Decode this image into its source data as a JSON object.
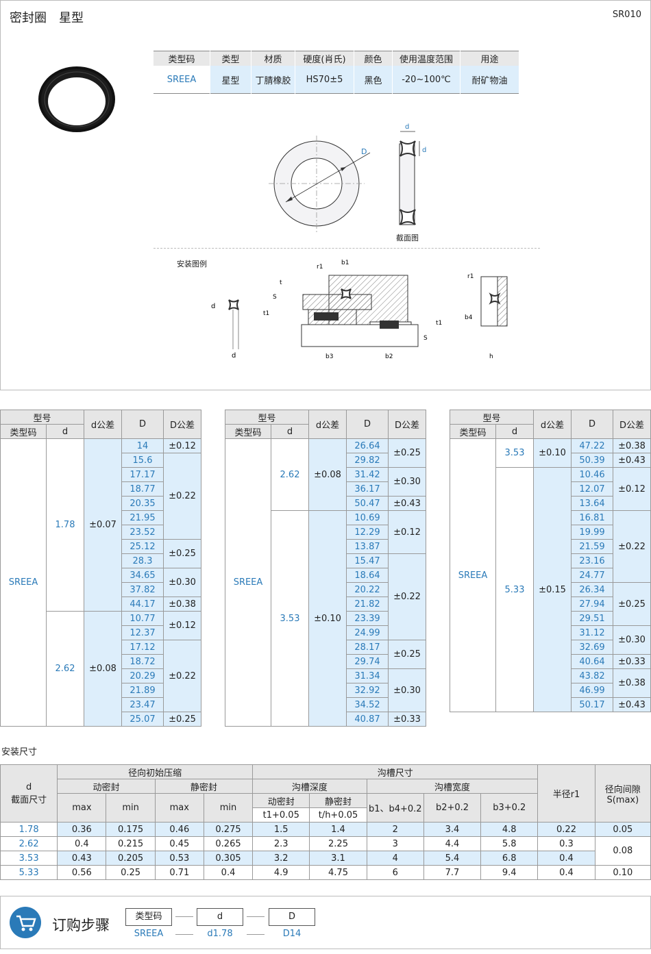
{
  "header": {
    "title": "密封圈　星型",
    "code": "SR010"
  },
  "spec": {
    "headers": [
      "类型码",
      "类型",
      "材质",
      "硬度(肖氏)",
      "颜色",
      "使用温度范围",
      "用途"
    ],
    "row": [
      "SREEA",
      "星型",
      "丁腈橡胶",
      "HS70±5",
      "黑色",
      "-20~100℃",
      "耐矿物油"
    ]
  },
  "diagram": {
    "label_D": "D",
    "label_d": "d",
    "section_label": "截面图",
    "install_label": "安装图例",
    "labels": {
      "r1": "r1",
      "b1": "b1",
      "t": "t",
      "S": "S",
      "t1": "t1",
      "b3": "b3",
      "b2": "b2",
      "b4": "b4",
      "h": "h"
    }
  },
  "dim_headers": {
    "model": "型号",
    "type_code": "类型码",
    "d": "d",
    "d_tol": "d公差",
    "D": "D",
    "D_tol": "D公差"
  },
  "dim_tables": [
    {
      "type": "SREEA",
      "groups": [
        {
          "d": "1.78",
          "d_tol": "±0.07",
          "rows": [
            {
              "D": "14",
              "tol": "±0.12",
              "span": 1
            },
            {
              "D": "15.6",
              "tol": "±0.22",
              "span": 6
            },
            {
              "D": "17.17"
            },
            {
              "D": "18.77"
            },
            {
              "D": "20.35"
            },
            {
              "D": "21.95"
            },
            {
              "D": "23.52"
            },
            {
              "D": "25.12",
              "tol": "±0.25",
              "span": 2
            },
            {
              "D": "28.3"
            },
            {
              "D": "34.65",
              "tol": "±0.30",
              "span": 2
            },
            {
              "D": "37.82"
            },
            {
              "D": "44.17",
              "tol": "±0.38",
              "span": 1
            }
          ]
        },
        {
          "d": "2.62",
          "d_tol": "±0.08",
          "rows": [
            {
              "D": "10.77",
              "tol": "±0.12",
              "span": 2
            },
            {
              "D": "12.37"
            },
            {
              "D": "17.12",
              "tol": "±0.22",
              "span": 5
            },
            {
              "D": "18.72"
            },
            {
              "D": "20.29"
            },
            {
              "D": "21.89"
            },
            {
              "D": "23.47"
            },
            {
              "D": "25.07",
              "tol": "±0.25",
              "span": 1
            }
          ]
        }
      ]
    },
    {
      "type": "SREEA",
      "groups": [
        {
          "d": "2.62",
          "d_tol": "±0.08",
          "rows": [
            {
              "D": "26.64",
              "tol": "±0.25",
              "span": 2
            },
            {
              "D": "29.82"
            },
            {
              "D": "31.42",
              "tol": "±0.30",
              "span": 2
            },
            {
              "D": "36.17"
            },
            {
              "D": "50.47",
              "tol": "±0.43",
              "span": 1
            }
          ]
        },
        {
          "d": "3.53",
          "d_tol": "±0.10",
          "rows": [
            {
              "D": "10.69",
              "tol": "±0.12",
              "span": 3
            },
            {
              "D": "12.29"
            },
            {
              "D": "13.87"
            },
            {
              "D": "15.47",
              "tol": "±0.22",
              "span": 6
            },
            {
              "D": "18.64"
            },
            {
              "D": "20.22"
            },
            {
              "D": "21.82"
            },
            {
              "D": "23.39"
            },
            {
              "D": "24.99"
            },
            {
              "D": "28.17",
              "tol": "±0.25",
              "span": 2
            },
            {
              "D": "29.74"
            },
            {
              "D": "31.34",
              "tol": "±0.30",
              "span": 3
            },
            {
              "D": "32.92"
            },
            {
              "D": "34.52"
            },
            {
              "D": "40.87",
              "tol": "±0.33",
              "span": 1
            }
          ]
        }
      ]
    },
    {
      "type": "SREEA",
      "groups": [
        {
          "d": "3.53",
          "d_tol": "±0.10",
          "rows": [
            {
              "D": "47.22",
              "tol": "±0.38",
              "span": 1
            },
            {
              "D": "50.39",
              "tol": "±0.43",
              "span": 1
            }
          ]
        },
        {
          "d": "5.33",
          "d_tol": "±0.15",
          "rows": [
            {
              "D": "10.46",
              "tol": "±0.12",
              "span": 3
            },
            {
              "D": "12.07"
            },
            {
              "D": "13.64"
            },
            {
              "D": "16.81",
              "tol": "±0.22",
              "span": 5
            },
            {
              "D": "19.99"
            },
            {
              "D": "21.59"
            },
            {
              "D": "23.16"
            },
            {
              "D": "24.77"
            },
            {
              "D": "26.34",
              "tol": "±0.25",
              "span": 3
            },
            {
              "D": "27.94"
            },
            {
              "D": "29.51"
            },
            {
              "D": "31.12",
              "tol": "±0.30",
              "span": 2
            },
            {
              "D": "32.69"
            },
            {
              "D": "40.64",
              "tol": "±0.33",
              "span": 1
            },
            {
              "D": "43.82",
              "tol": "±0.38",
              "span": 2
            },
            {
              "D": "46.99"
            },
            {
              "D": "50.17",
              "tol": "±0.43",
              "span": 1
            }
          ]
        }
      ]
    }
  ],
  "install": {
    "title": "安装尺寸",
    "h_d": "d",
    "h_sec": "截面尺寸",
    "h_radial": "径向初始压缩",
    "h_groove": "沟槽尺寸",
    "h_r1": "半径r1",
    "h_gap": "径向间隙",
    "h_gap2": "S(max)",
    "h_dyn": "动密封",
    "h_sta": "静密封",
    "h_depth": "沟槽深度",
    "h_width": "沟槽宽度",
    "h_max": "max",
    "h_min": "min",
    "h_t1": "t1+0.05",
    "h_th": "t/h+0.05",
    "h_b1": "b1、b4+0.2",
    "h_b2": "b2+0.2",
    "h_b3": "b3+0.2",
    "rows": [
      [
        "1.78",
        "0.36",
        "0.175",
        "0.46",
        "0.275",
        "1.5",
        "1.4",
        "2",
        "3.4",
        "4.8",
        "0.22",
        "0.05"
      ],
      [
        "2.62",
        "0.4",
        "0.215",
        "0.45",
        "0.265",
        "2.3",
        "2.25",
        "3",
        "4.4",
        "5.8",
        "0.3",
        "0.08"
      ],
      [
        "3.53",
        "0.43",
        "0.205",
        "0.53",
        "0.305",
        "3.2",
        "3.1",
        "4",
        "5.4",
        "6.8",
        "0.4",
        ""
      ],
      [
        "5.33",
        "0.56",
        "0.25",
        "0.71",
        "0.4",
        "4.9",
        "4.75",
        "6",
        "7.7",
        "9.4",
        "0.4",
        "0.10"
      ]
    ]
  },
  "order": {
    "title": "订购步骤",
    "boxes": [
      "类型码",
      "d",
      "D"
    ],
    "values": [
      "SREEA",
      "d1.78",
      "D14"
    ]
  }
}
